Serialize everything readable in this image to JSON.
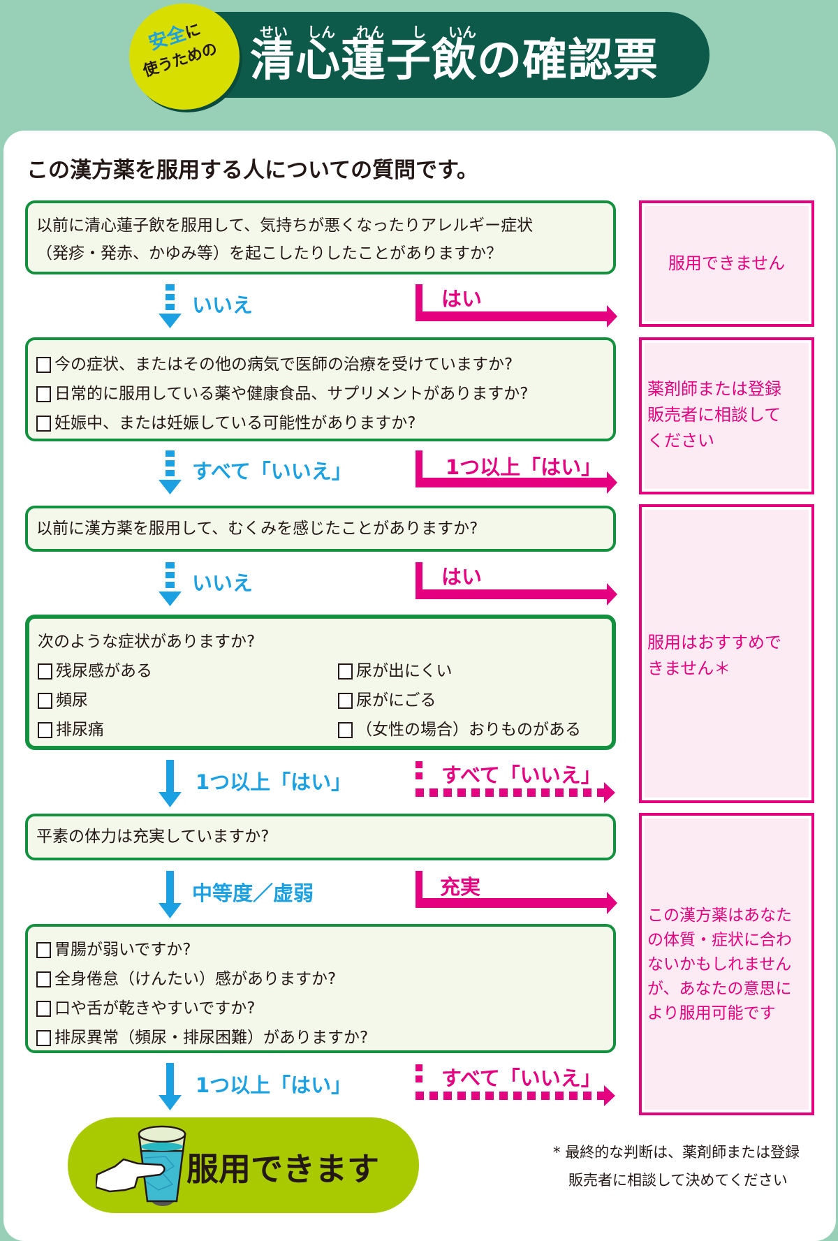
{
  "header": {
    "badge": {
      "accent": "安全",
      "line1_rest": "に",
      "line2": "使うための"
    },
    "ruby": [
      "せい",
      "しん",
      "れん",
      "し",
      "いん"
    ],
    "title": "清心蓮子飲の確認票"
  },
  "intro": "この漢方薬を服用する人についての質問です。",
  "questions": [
    {
      "lines": [
        "以前に清心蓮子飲を服用して、気持ちが悪くなったりアレルギー症状",
        "（発疹・発赤、かゆみ等）を起こしたりしたことがありますか？"
      ]
    },
    {
      "checks": [
        "今の症状、またはその他の病気で医師の治療を受けていますか?",
        "日常的に服用している薬や健康食品、サプリメントがありますか?",
        "妊娠中、または妊娠している可能性がありますか?"
      ]
    },
    {
      "lines": [
        "以前に漢方薬を服用して、むくみを感じたことがありますか?"
      ]
    },
    {
      "heading": "次のような症状がありますか?",
      "checks_left": [
        "残尿感がある",
        "頻尿",
        "排尿痛"
      ],
      "checks_right": [
        "尿が出にくい",
        "尿がにごる",
        "（女性の場合）おりものがある"
      ]
    },
    {
      "lines": [
        "平素の体力は充実していますか?"
      ]
    },
    {
      "checks": [
        "胃腸が弱いですか?",
        "全身倦怠（けんたい）感がありますか?",
        "口や舌が乾きやすいですか?",
        "排尿異常（頻尿・排尿困難）がありますか?"
      ]
    }
  ],
  "arrows": [
    {
      "down": "いいえ",
      "right": "はい"
    },
    {
      "down": "すべて「いいえ」",
      "right": "1つ以上「はい」"
    },
    {
      "down": "いいえ",
      "right": "はい"
    },
    {
      "down": "1つ以上「はい」",
      "right": "すべて「いいえ」"
    },
    {
      "down": "中等度／虚弱",
      "right": "充実"
    },
    {
      "down": "1つ以上「はい」",
      "right": "すべて「いいえ」"
    }
  ],
  "results": [
    {
      "text": "服用できません"
    },
    {
      "lines": [
        "薬剤師または登録",
        "販売者に相談して",
        "ください"
      ]
    },
    {
      "lines": [
        "服用はおすすめで",
        "きません＊"
      ]
    },
    {
      "lines": [
        "この漢方薬はあなた",
        "の体質・症状に合わ",
        "ないかもしれません",
        "が、あなたの意思に",
        "より服用可能です"
      ]
    }
  ],
  "final_result": "服用できます",
  "footnote": {
    "mark": "*",
    "line1": "最終的な判断は、薬剤師または登録",
    "line2": "販売者に相談して決めてください"
  },
  "colors": {
    "background": "#97d0b6",
    "banner": "#0d5a4b",
    "badge": "#d8df00",
    "green_border": "#14913f",
    "box_bg": "#f3f8eb",
    "blue": "#1ba0e2",
    "pink": "#e4007f",
    "pink_bg": "#fcebf3",
    "pill": "#a9c900"
  }
}
